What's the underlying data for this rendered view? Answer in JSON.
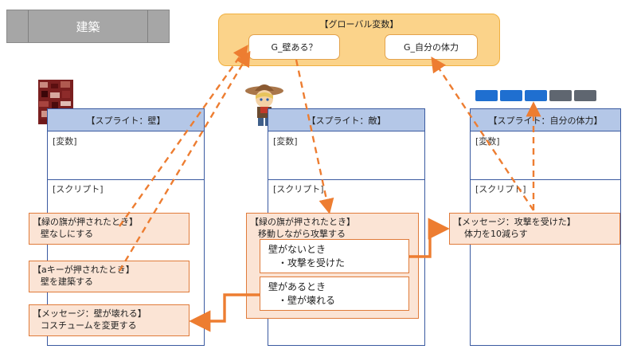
{
  "build_button": {
    "label": "建築"
  },
  "globals": {
    "title": "【グローバル変数】",
    "var_wall": "G_壁ある？",
    "var_health": "G_自分の体力"
  },
  "wall_sprite": {
    "title": "【スプライト：壁】",
    "vars_label": "[変数]",
    "script_label": "[スクリプト]",
    "block1": {
      "line1": "【緑の旗が押されたとき】",
      "line2": "壁なしにする"
    },
    "block2": {
      "line1": "【aキーが押されたとき】",
      "line2": "壁を建築する"
    },
    "block3": {
      "line1": "【メッセージ：壁が壊れる】",
      "line2": "コスチュームを変更する"
    }
  },
  "enemy_sprite": {
    "title": "【スプライト：敵】",
    "vars_label": "[変数]",
    "script_label": "[スクリプト]",
    "block": {
      "line1": "【緑の旗が押されたとき】",
      "line2": "移動しながら攻撃する"
    },
    "case1": {
      "line1": "壁がないとき",
      "line2": "・攻撃を受けた"
    },
    "case2": {
      "line1": "壁があるとき",
      "line2": "・壁が壊れる"
    }
  },
  "health_sprite": {
    "title": "【スプライト：自分の体力】",
    "vars_label": "[変数]",
    "script_label": "[スクリプト]",
    "block": {
      "line1": "【メッセージ：攻撃を受けた】",
      "line2": "体力を10減らす"
    }
  },
  "health_meter": {
    "filled": 3,
    "total": 5,
    "colors": {
      "filled": "#1f6fd0",
      "empty": "#5f6670"
    }
  },
  "colors": {
    "arrow": "#ed7d31",
    "sprite_border": "#3a5aa0",
    "sprite_header": "#b4c7e7",
    "global_bg": "#fbd38a",
    "block_bg": "#fbe4d5"
  }
}
